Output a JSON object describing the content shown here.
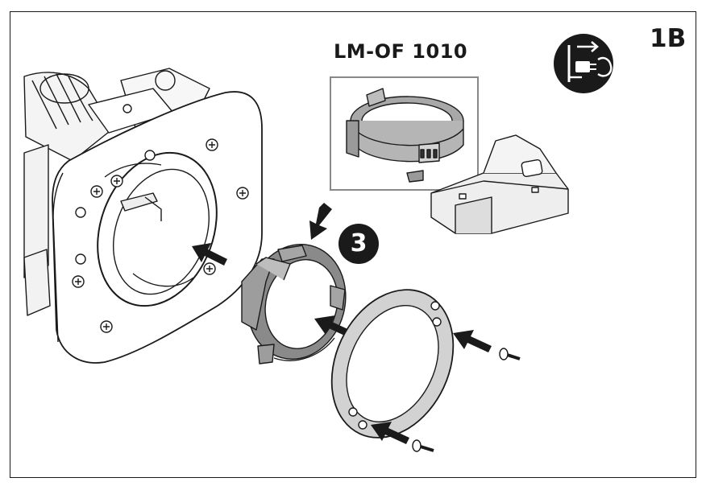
{
  "model_label": "LM-OF 1010",
  "step_id": "1B",
  "step_number": "3",
  "icons": {
    "unplug": "unplug-power-icon"
  },
  "colors": {
    "line": "#1a1a1a",
    "part_gray": "#8a8a8a",
    "part_light_gray": "#c8c8c8",
    "inset_border": "#888888",
    "badge_bg": "#1a1a1a"
  }
}
